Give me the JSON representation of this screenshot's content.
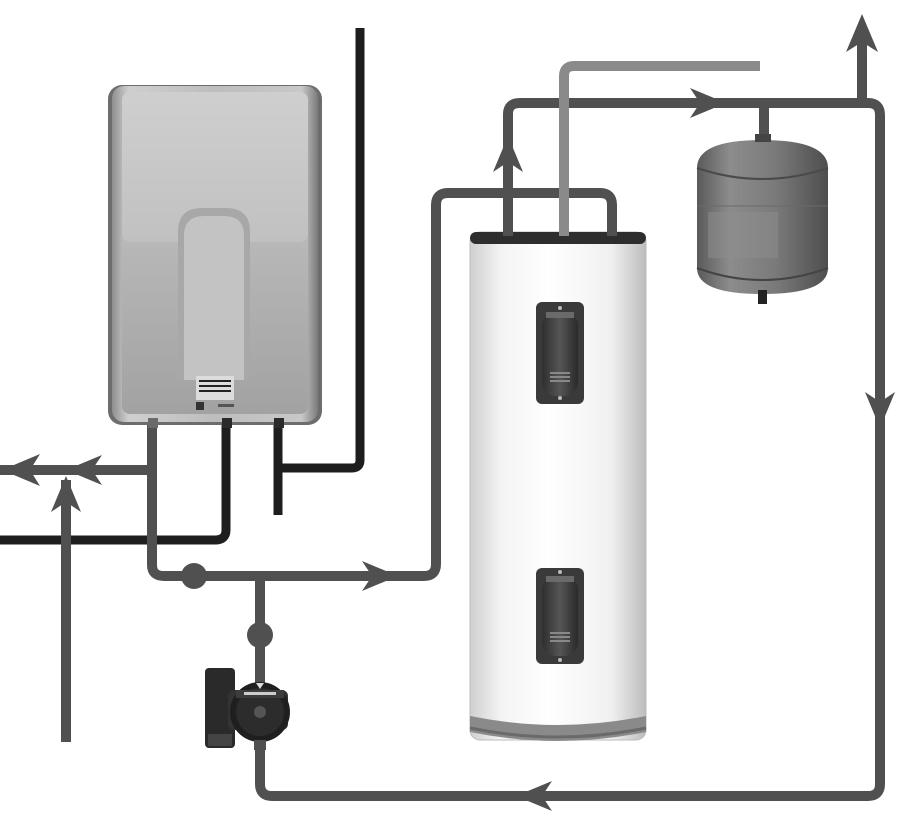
{
  "diagram": {
    "components": [
      {
        "id": "tankless-water-heater",
        "icon": "wall-mounted-tankless-heater"
      },
      {
        "id": "storage-water-heater",
        "icon": "electric-storage-tank"
      },
      {
        "id": "expansion-tank",
        "icon": "thermal-expansion-tank"
      },
      {
        "id": "circulator-pump",
        "icon": "circulating-pump"
      }
    ],
    "pipe_colors": {
      "loop": "#505050",
      "supply": "#1e1e1e",
      "gas": "#8a8a8a"
    },
    "unit_label_lines": [
      "",
      ""
    ],
    "pump_badge_text": ""
  }
}
